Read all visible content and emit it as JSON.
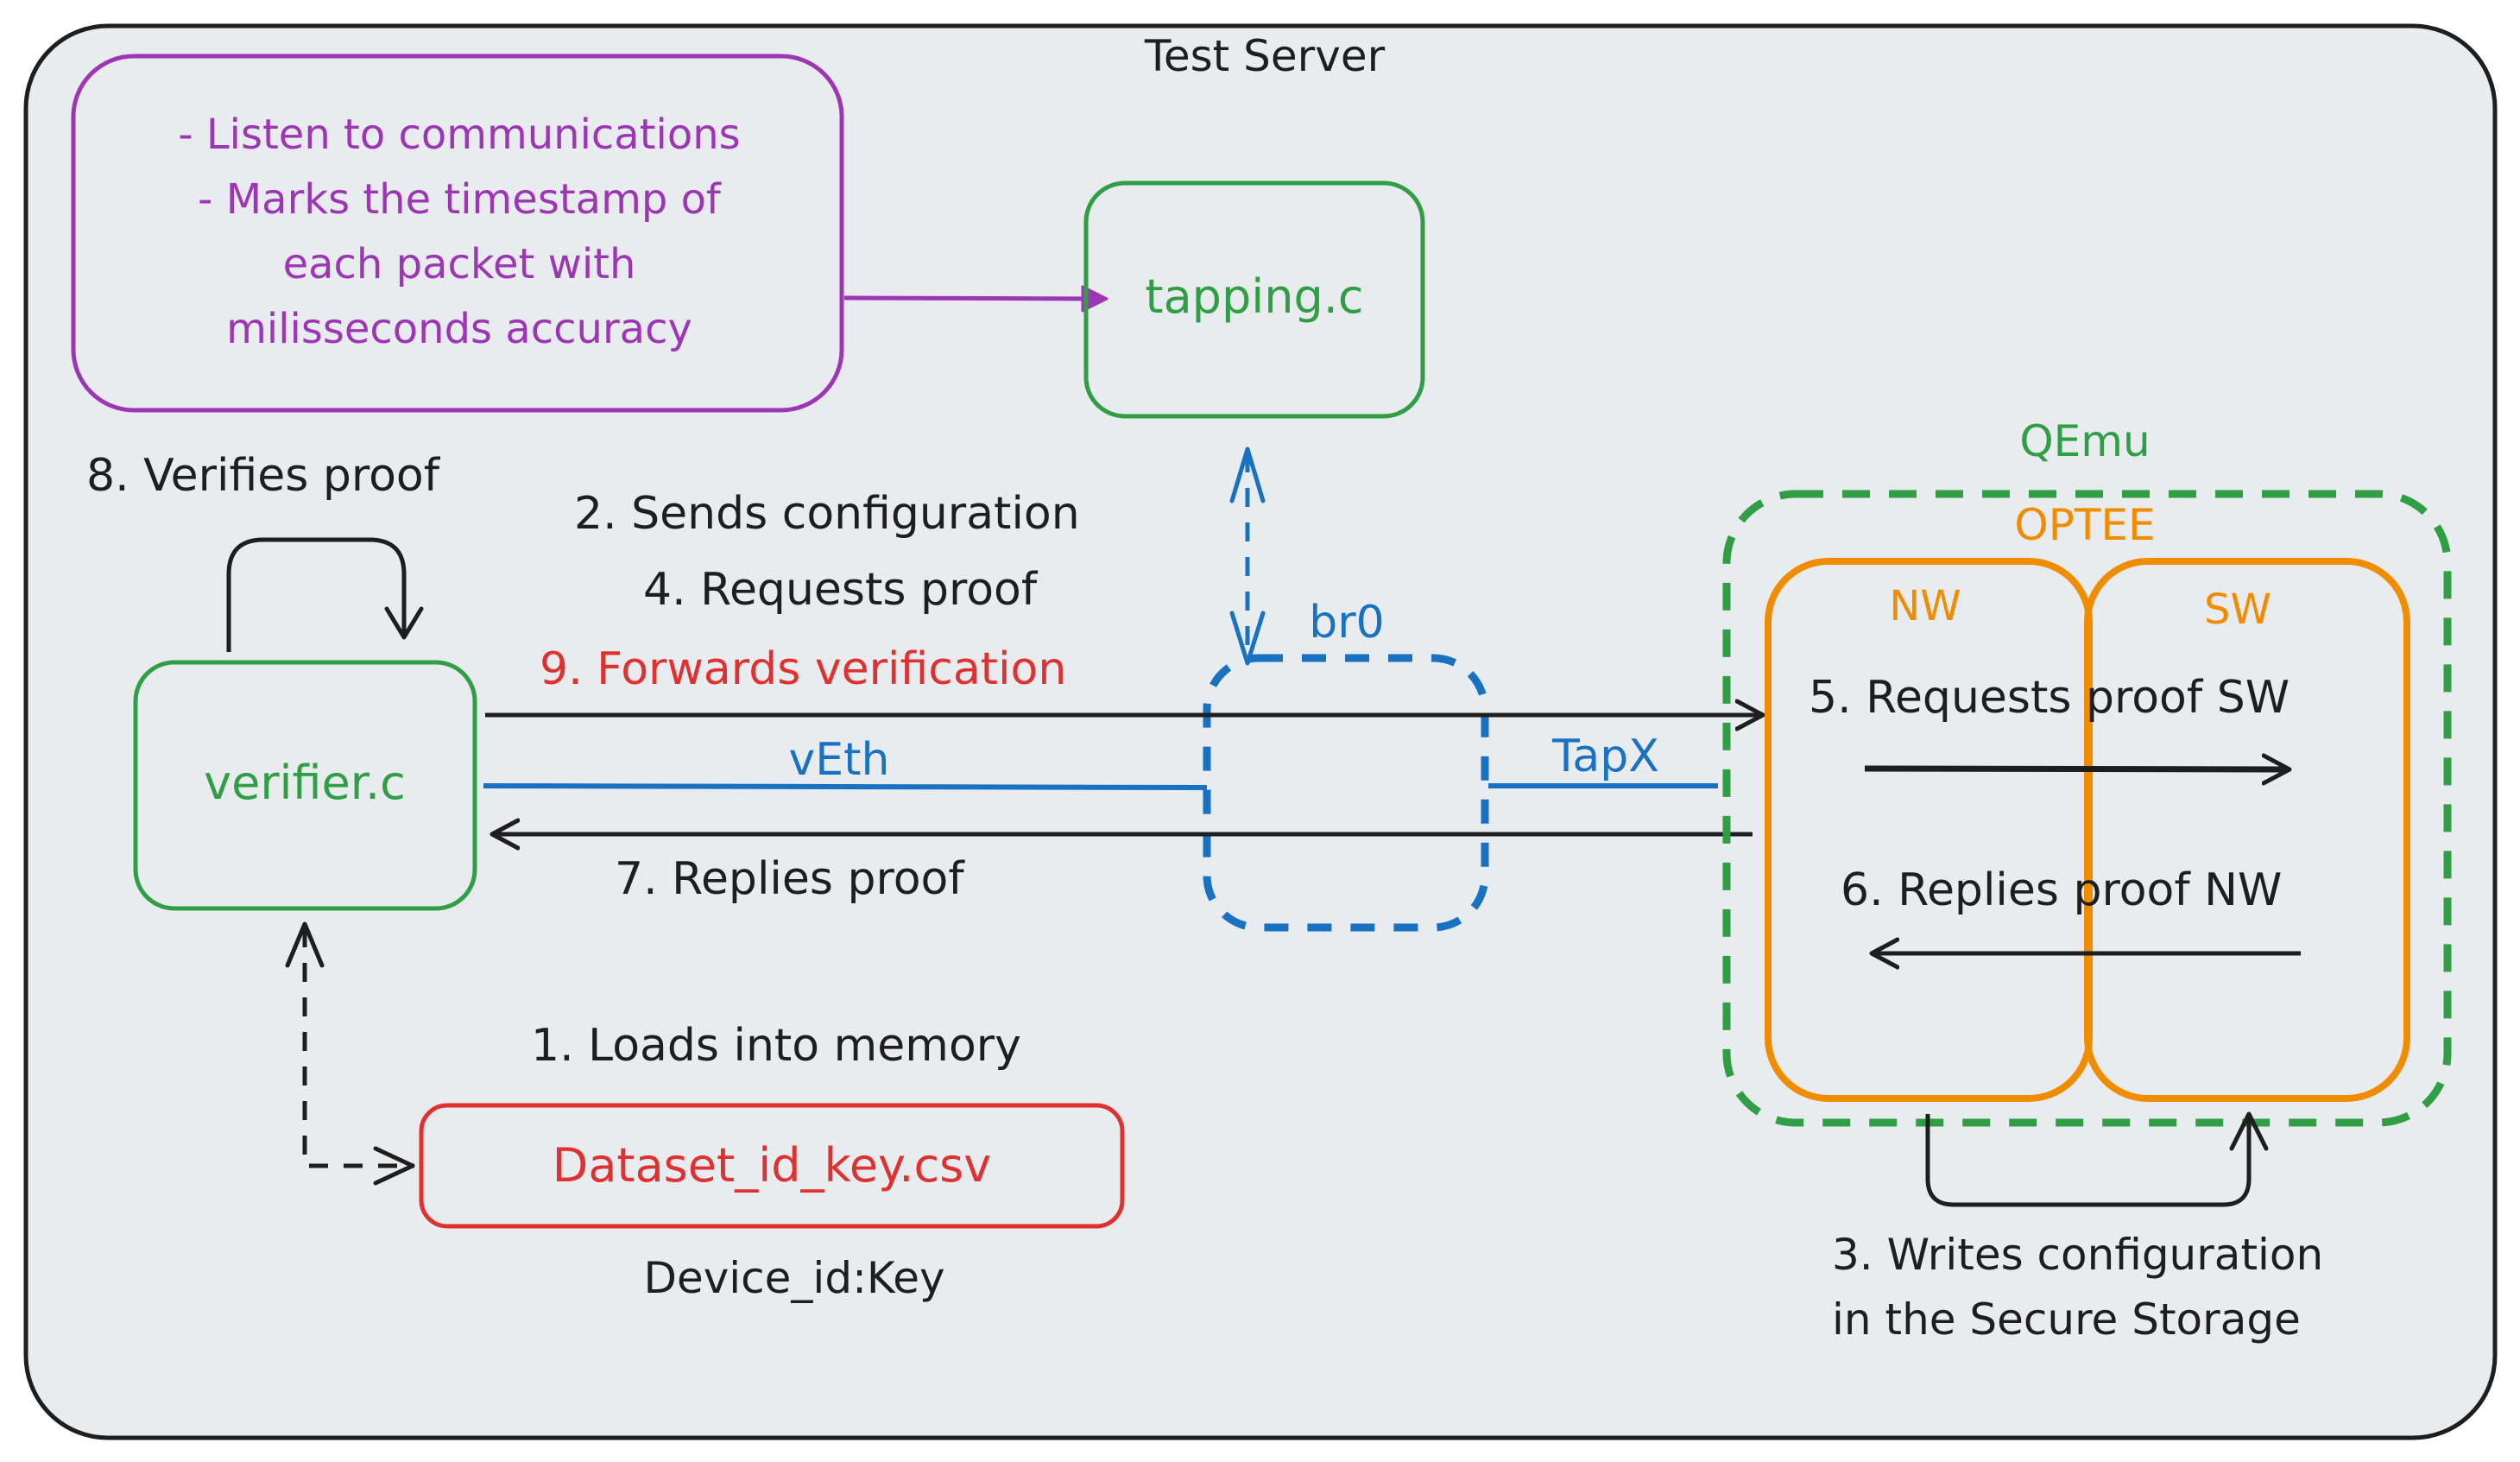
{
  "diagram": {
    "title": "Test Server",
    "note_lines": [
      "- Listen to communications",
      "- Marks the timestamp of",
      "each packet with",
      "milisseconds accuracy"
    ],
    "nodes": {
      "tapping": "tapping.c",
      "verifier": "verifier.c",
      "dataset": "Dataset_id_key.csv",
      "dataset_caption": "Device_id:Key",
      "bridge": "br0",
      "qemu": "QEmu",
      "optee": "OPTEE",
      "nw": "NW",
      "sw": "SW"
    },
    "links": {
      "veth": "vEth",
      "tapx": "TapX"
    },
    "steps": {
      "s1": "1. Loads into memory",
      "s2": "2. Sends configuration",
      "s3_line1": "3. Writes configuration",
      "s3_line2": "in the Secure Storage",
      "s4": "4. Requests proof",
      "s5": "5. Requests proof SW",
      "s6": "6. Replies proof NW",
      "s7": "7. Replies proof",
      "s8": "8. Verifies proof",
      "s9": "9. Forwards verification"
    },
    "colors": {
      "background": "#e9ecef",
      "outline": "#1e1e1e",
      "note": "#9c36b5",
      "process": "#2f9e44",
      "dataset": "#e03131",
      "network": "#1971c2",
      "optee": "#f08c00"
    }
  }
}
